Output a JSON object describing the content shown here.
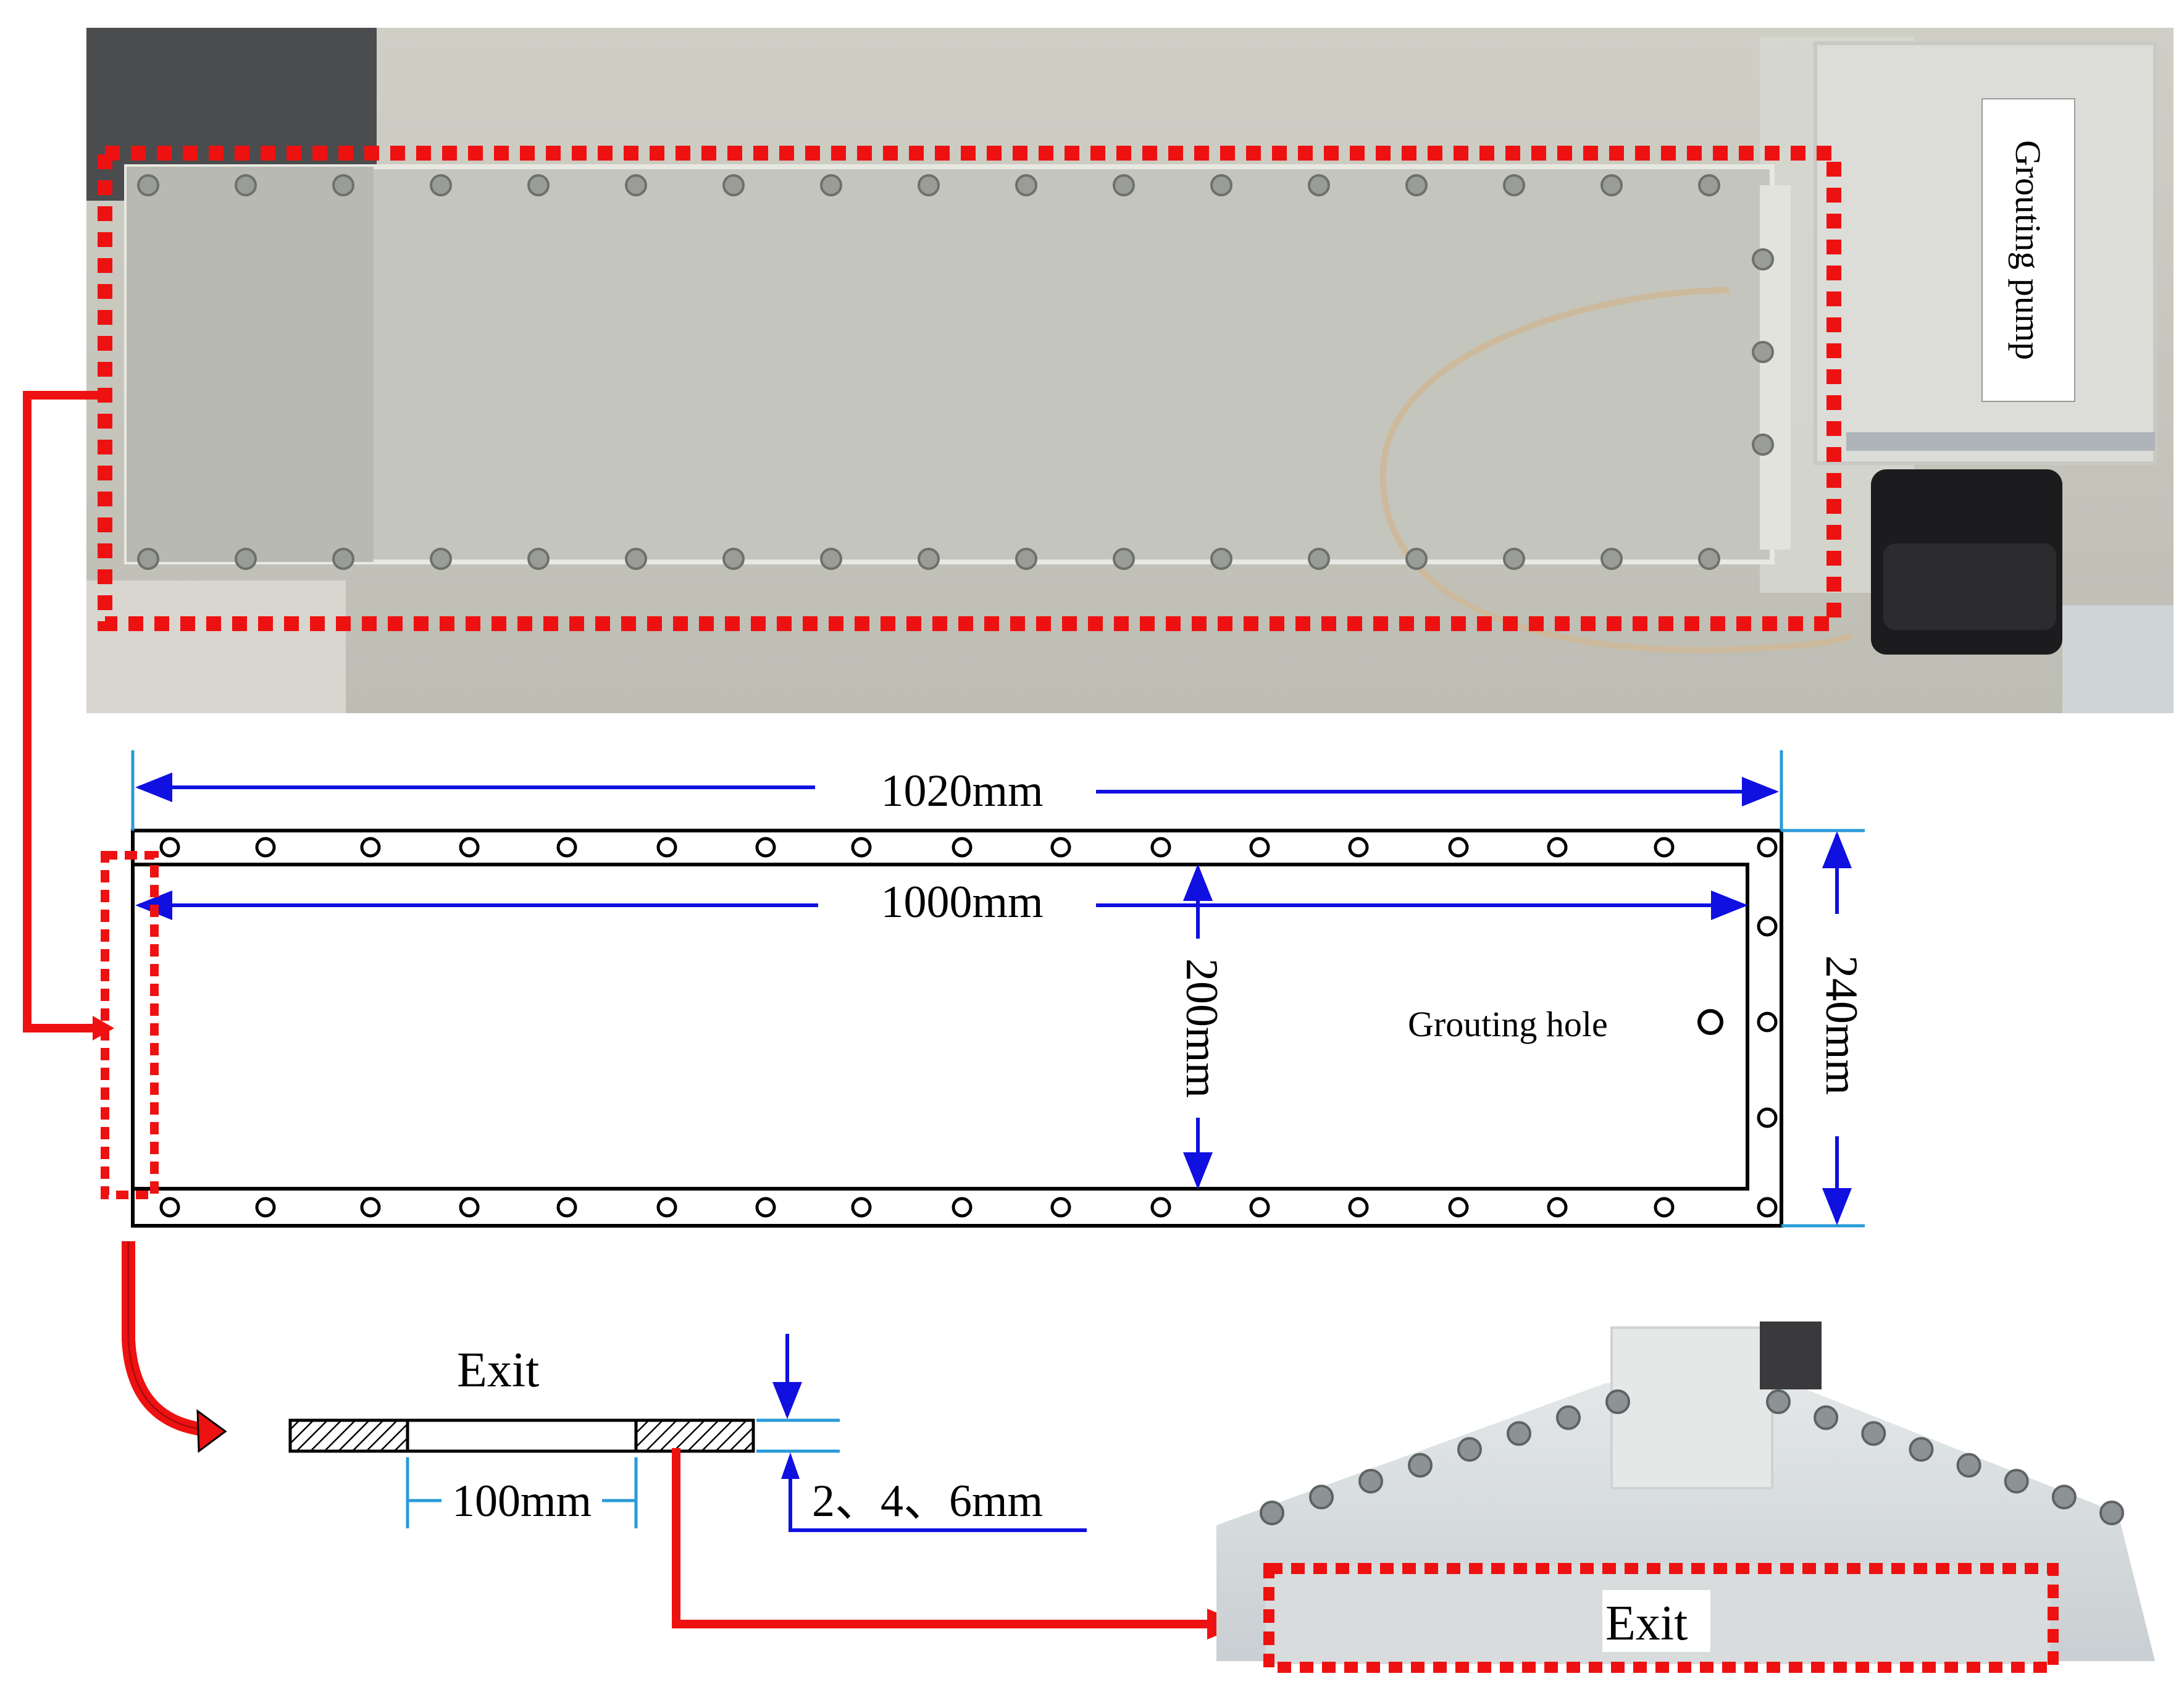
{
  "photo_top": {
    "pump_label": "Grouting pump"
  },
  "plan_view": {
    "outer_length": "1020mm",
    "inner_length": "1000mm",
    "inner_width": "200mm",
    "outer_width": "240mm",
    "hole_label": "Grouting hole"
  },
  "exit_section": {
    "label": "Exit",
    "opening_width": "100mm",
    "gap_sizes": "2、4、6mm"
  },
  "photo_bottom": {
    "exit_label": "Exit"
  },
  "colors": {
    "highlight": "#ee1111",
    "dimension": "#1010e0",
    "extension": "#2a9ad8",
    "outline": "#000000"
  }
}
